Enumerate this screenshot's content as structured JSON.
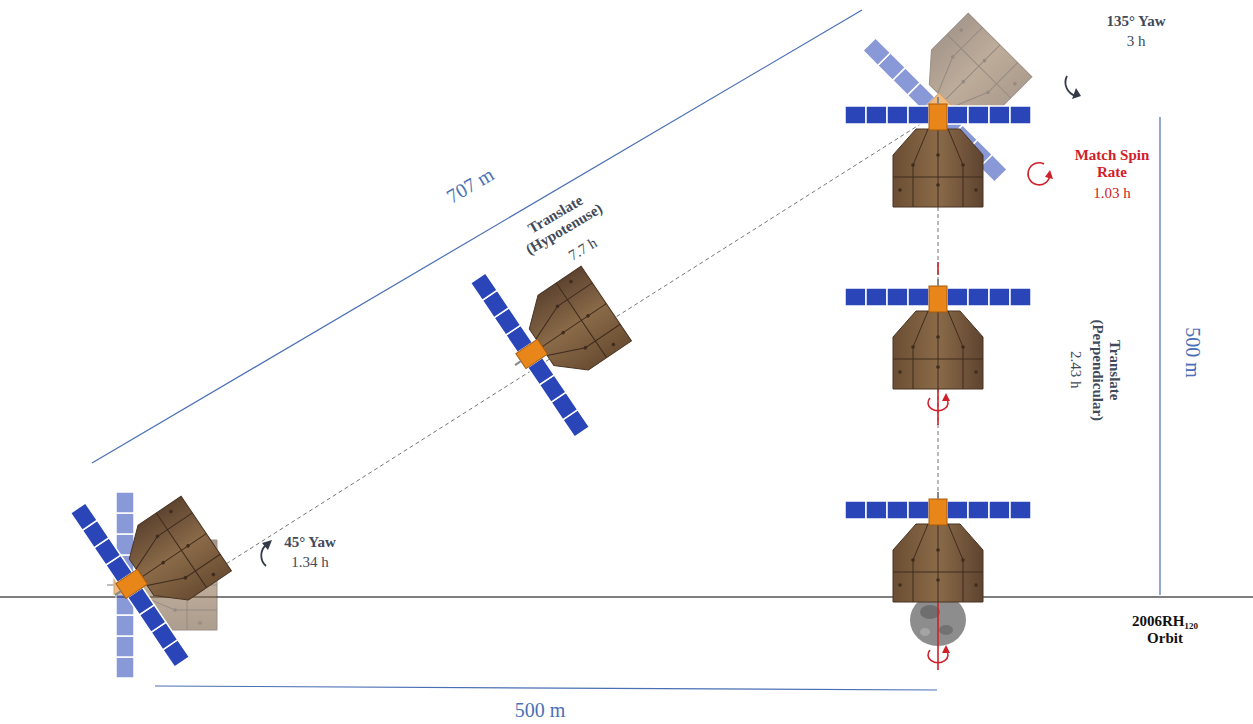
{
  "diagram": {
    "labels": [
      "707 m",
      "Translate (Hypotenuse)",
      "7.7 h",
      "45° Yaw",
      "1.34 h",
      "135° Yaw",
      "3 h",
      "Match Spin Rate",
      "1.03 h",
      "Translate (Perpendicular)",
      "2.43 h",
      "500 m",
      "500 m",
      "2006RH₁₂₀ Orbit"
    ]
  }
}
